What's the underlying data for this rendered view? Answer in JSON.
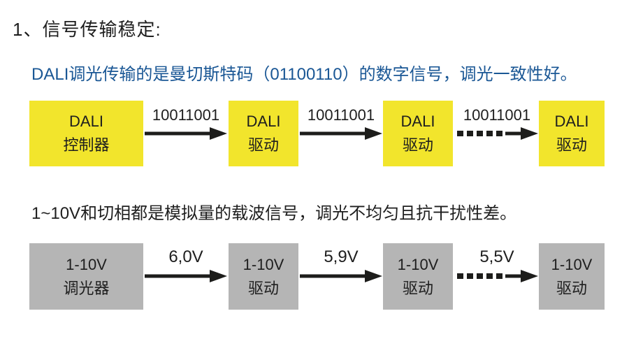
{
  "title": "1、信号传输稳定:",
  "dali_section": {
    "description": "DALI调光传输的是曼切斯特码（01100110）的数字信号，调光一致性好。",
    "description_color": "#1a5795",
    "box_color": "#f2e52c",
    "nodes": [
      {
        "line1": "DALI",
        "line2": "控制器"
      },
      {
        "line1": "DALI",
        "line2": "驱动"
      },
      {
        "line1": "DALI",
        "line2": "驱动"
      },
      {
        "line1": "DALI",
        "line2": "驱动"
      }
    ],
    "arrows": [
      {
        "label": "10011001",
        "style": "solid"
      },
      {
        "label": "10011001",
        "style": "solid"
      },
      {
        "label": "10011001",
        "style": "dashed"
      }
    ]
  },
  "analog_section": {
    "description": "1~10V和切相都是模拟量的载波信号，调光不均匀且抗干扰性差。",
    "description_color": "#1e1e1e",
    "box_color": "#b5b5b5",
    "nodes": [
      {
        "line1": "1-10V",
        "line2": "调光器"
      },
      {
        "line1": "1-10V",
        "line2": "驱动"
      },
      {
        "line1": "1-10V",
        "line2": "驱动"
      },
      {
        "line1": "1-10V",
        "line2": "驱动"
      }
    ],
    "arrows": [
      {
        "label": "6,0V",
        "style": "solid"
      },
      {
        "label": "5,9V",
        "style": "solid"
      },
      {
        "label": "5,5V",
        "style": "dashed"
      }
    ]
  },
  "colors": {
    "background": "#ffffff",
    "arrow": "#1d1d1b",
    "text": "#1e1e1e",
    "dali_box": "#f2e52c",
    "analog_box": "#b5b5b5",
    "dali_text": "#1a5795"
  }
}
